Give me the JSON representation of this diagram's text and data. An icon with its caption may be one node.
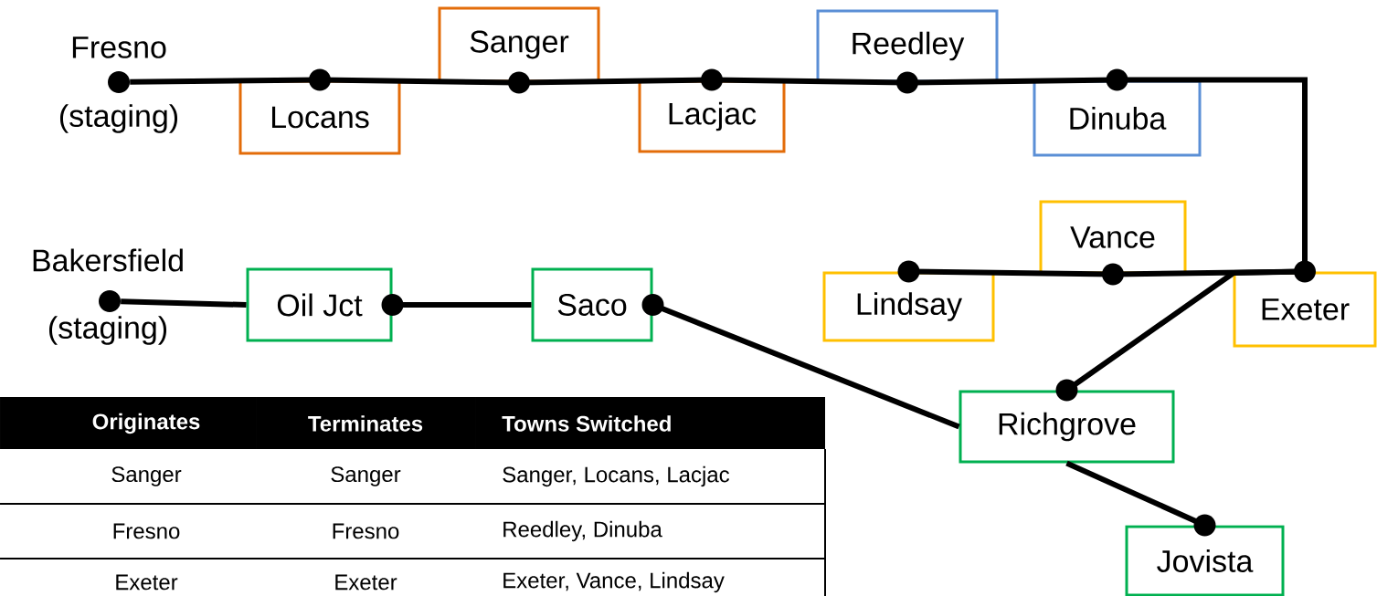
{
  "diagram": {
    "nodes": [
      {
        "text": [
          "Fresno",
          "(staging)"
        ]
      },
      {
        "text": [
          "Locans"
        ]
      },
      {
        "text": [
          "Sanger"
        ]
      },
      {
        "text": [
          "Lacjac"
        ]
      },
      {
        "text": [
          "Reedley"
        ]
      },
      {
        "text": [
          "Dinuba"
        ]
      },
      {
        "text": [
          "Vance"
        ]
      },
      {
        "text": [
          "Lindsay"
        ]
      },
      {
        "text": [
          "Exeter"
        ]
      },
      {
        "text": [
          "Bakersfield",
          "(staging)"
        ]
      },
      {
        "text": [
          "Oil Jct"
        ]
      },
      {
        "text": [
          "Saco"
        ]
      },
      {
        "text": [
          "Richgrove"
        ]
      },
      {
        "text": [
          "Jovista"
        ]
      }
    ],
    "edges": [
      {
        "from": 0,
        "to": 1,
        "arrow": "none"
      },
      {
        "from": 1,
        "to": 2,
        "arrow": "none"
      },
      {
        "from": 2,
        "to": 3,
        "arrow": "none"
      },
      {
        "from": 3,
        "to": 4,
        "arrow": "none"
      },
      {
        "from": 4,
        "to": 5,
        "arrow": "none"
      },
      {
        "from": 5,
        "to": 8,
        "arrow": "none"
      },
      {
        "from": 8,
        "to": 6,
        "arrow": "none"
      },
      {
        "from": 6,
        "to": 7,
        "arrow": "none"
      },
      {
        "from": 8,
        "to": 12,
        "arrow": "none"
      },
      {
        "from": 12,
        "to": 13,
        "arrow": "none"
      },
      {
        "from": 9,
        "to": 10,
        "arrow": "none"
      },
      {
        "from": 10,
        "to": 11,
        "arrow": "none"
      },
      {
        "from": 11,
        "to": 12,
        "arrow": "none"
      }
    ],
    "labels": [
      "Originates",
      "Terminates",
      "Towns Switched",
      "Sanger",
      "Sanger",
      "Sanger, Locans, Lacjac",
      "Fresno",
      "Fresno",
      "Reedley, Dinuba",
      "Exeter",
      "Exeter",
      "Exeter, Vance, Lindsay"
    ]
  }
}
